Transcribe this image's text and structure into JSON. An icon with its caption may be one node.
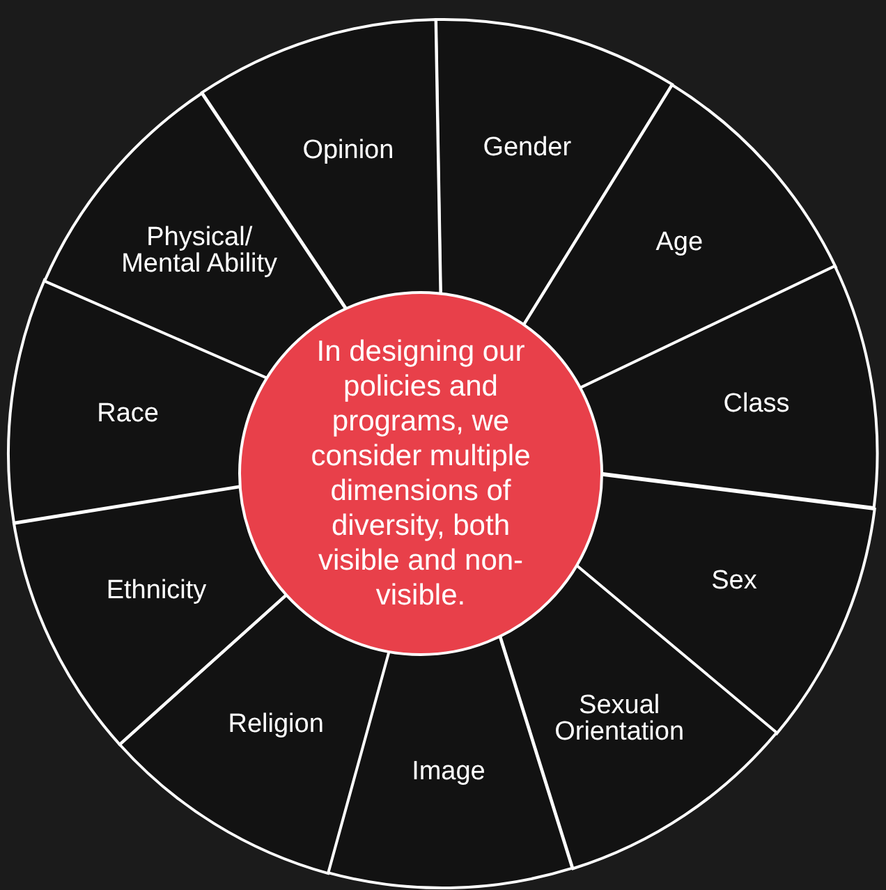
{
  "diagram": {
    "nodes": [
      {
        "text": [
          "In designing our policies and programs, we consider multiple dimensions of diversity, both visible and non-visible."
        ]
      },
      {
        "text": [
          "Gender"
        ]
      },
      {
        "text": [
          "Age"
        ]
      },
      {
        "text": [
          "Class"
        ]
      },
      {
        "text": [
          "Sex"
        ]
      },
      {
        "text": [
          "Sexual Orientation"
        ]
      },
      {
        "text": [
          "Image"
        ]
      },
      {
        "text": [
          "Religion"
        ]
      },
      {
        "text": [
          "Ethnicity"
        ]
      },
      {
        "text": [
          "Race"
        ]
      },
      {
        "text": [
          "Physical/ Mental Ability"
        ]
      },
      {
        "text": [
          "Opinion"
        ]
      }
    ]
  }
}
